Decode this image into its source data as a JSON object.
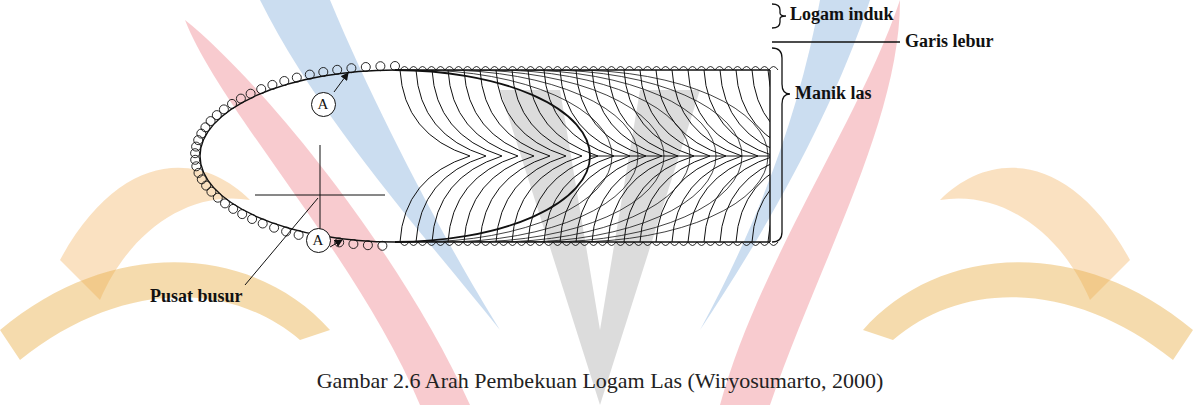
{
  "diagram": {
    "caption": "Gambar 2.6 Arah Pembekuan Logam Las (Wiryosumarto, 2000)",
    "nodes": [
      {
        "text": [
          "A"
        ]
      },
      {
        "text": [
          "A"
        ]
      }
    ],
    "labels": [
      "Logam induk",
      "Garis lebur",
      "Manik las",
      "Pusat busur"
    ]
  }
}
